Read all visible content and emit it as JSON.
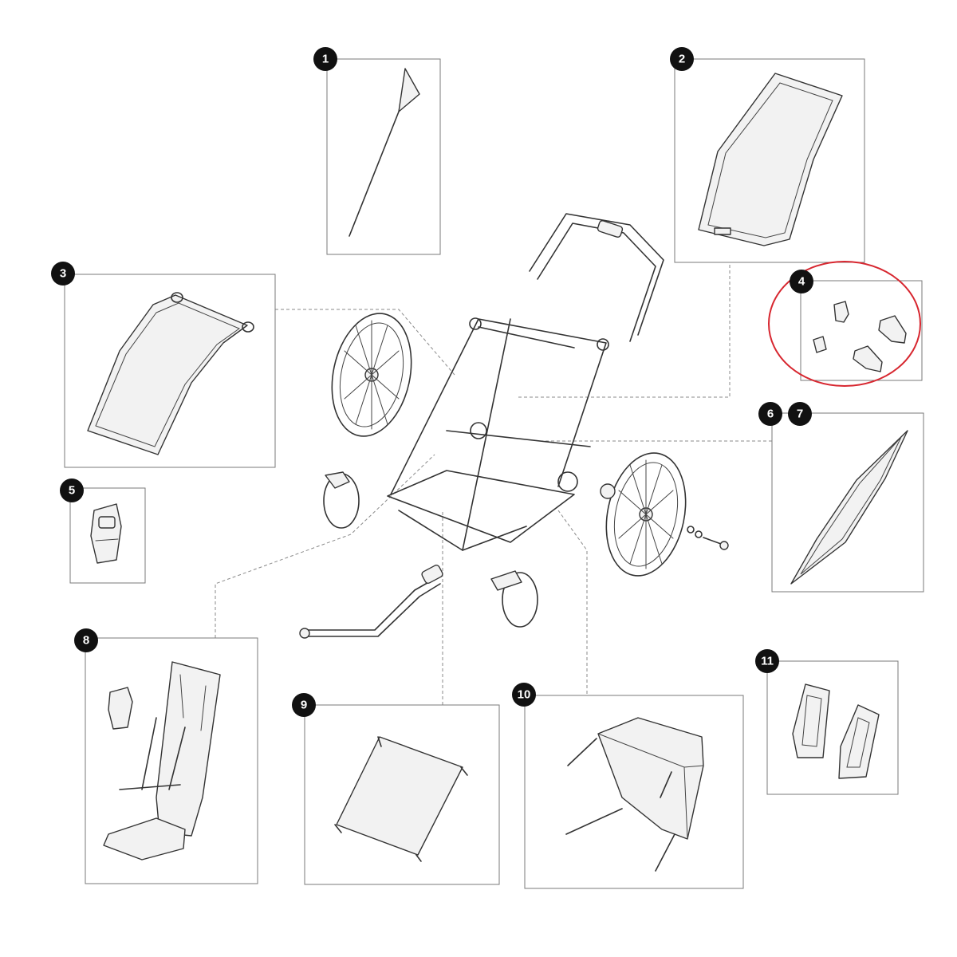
{
  "callouts": {
    "c1": "1",
    "c2": "2",
    "c3": "3",
    "c4": "4",
    "c5": "5",
    "c6": "6",
    "c7": "7",
    "c8": "8",
    "c9": "9",
    "c10": "10",
    "c11": "11"
  },
  "highlighted_callout": "4",
  "colors": {
    "badge": "#111111",
    "highlight": "#d7262f",
    "line": "#333333"
  }
}
